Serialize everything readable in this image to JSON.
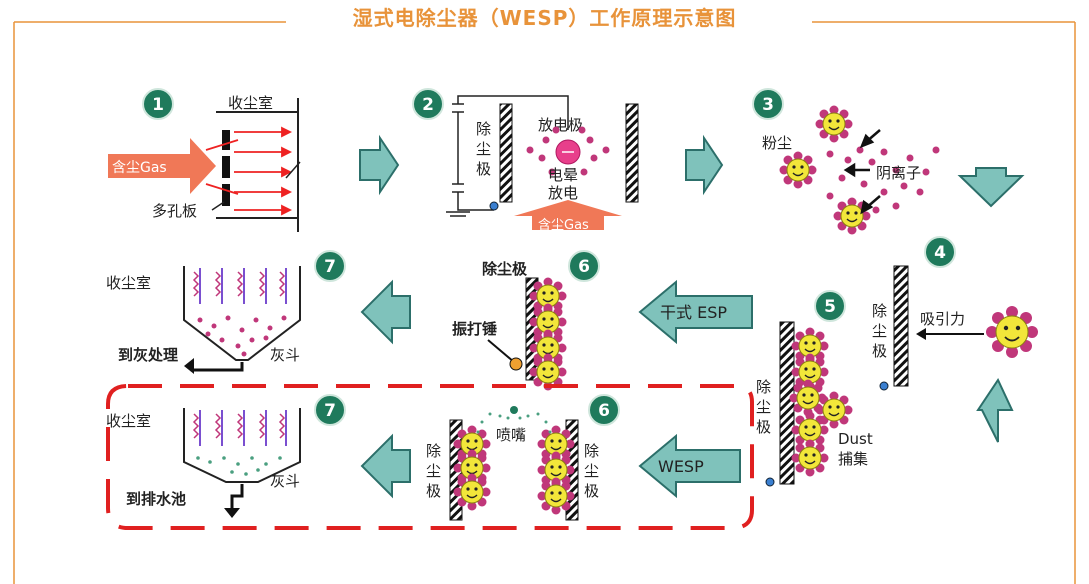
{
  "title": "湿式电除尘器（WESP）工作原理示意图",
  "colors": {
    "accent": "#e8933a",
    "step_circle": "#1f7a5c",
    "arrow_fill": "#7fc2bb",
    "arrow_stroke": "#2c6f6a",
    "gas_arrow": "#f07857",
    "dashed": "#e02020",
    "particle": "#c0377a"
  },
  "steps": [
    "1",
    "2",
    "3",
    "4",
    "5",
    "6",
    "7",
    "6",
    "7"
  ],
  "step1": {
    "chamber": "收尘室",
    "gas": "含尘Gas",
    "plate": "多孔板"
  },
  "step2": {
    "collector": [
      "除",
      "尘",
      "极"
    ],
    "discharge": "放电极",
    "corona": [
      "电晕",
      "放电"
    ],
    "gas": "含尘Gas"
  },
  "step3": {
    "dust": "粉尘",
    "ions": "阴离子"
  },
  "step4": {
    "collector": [
      "除",
      "尘",
      "极"
    ],
    "attraction": "吸引力"
  },
  "step5": {
    "collector": [
      "除",
      "尘",
      "极"
    ],
    "dust_label": "Dust",
    "capture": "捕集"
  },
  "step6_esp": {
    "collector": "除尘极",
    "rapper": "振打锤",
    "method": "干式 ESP"
  },
  "step7_esp": {
    "chamber": "收尘室",
    "hopper": "灰斗",
    "outlet": "到灰处理"
  },
  "step6_wesp": {
    "collector_left": [
      "除",
      "尘",
      "极"
    ],
    "collector_right": [
      "除",
      "尘",
      "极"
    ],
    "nozzle": "喷嘴",
    "method": "WESP"
  },
  "step7_wesp": {
    "chamber": "收尘室",
    "hopper": "灰斗",
    "outlet": "到排水池"
  }
}
